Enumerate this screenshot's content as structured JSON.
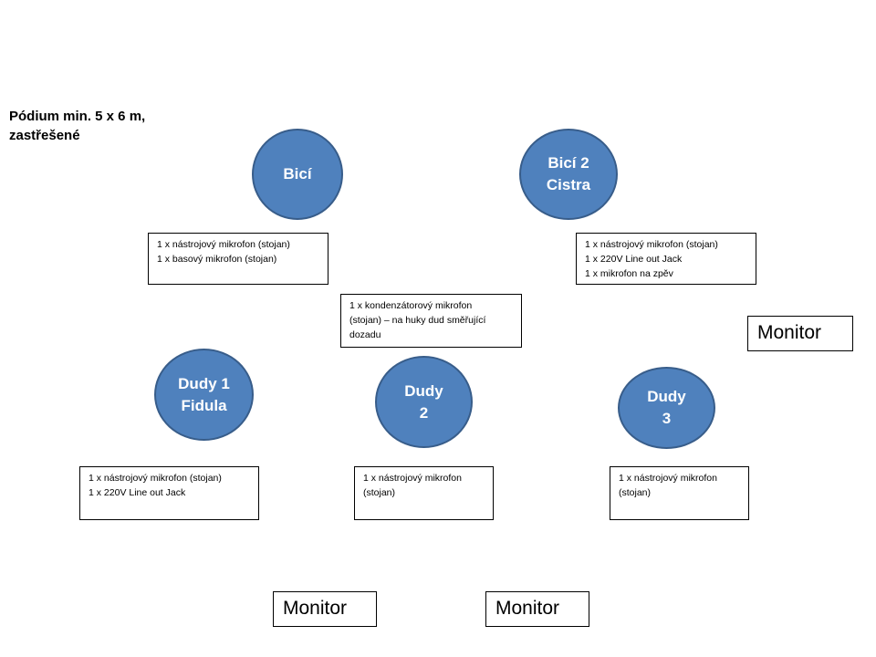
{
  "stage_title": "Pódium min. 5 x 6 m,\nzastřešené",
  "nodes": {
    "bici": "Bicí",
    "bici2": "Bicí 2\nCistra",
    "dudy1": "Dudy 1\nFidula",
    "dudy2": "Dudy\n2",
    "dudy3": "Dudy\n3"
  },
  "notes": {
    "bici": "1 x nástrojový mikrofon (stojan)\n1 x basový mikrofon (stojan)",
    "bici2": "1 x nástrojový mikrofon (stojan)\n1 x 220V Line out  Jack\n1 x mikrofon na zpěv",
    "center": "1 x kondenzátorový mikrofon\n(stojan) – na huky dud směřující\ndozadu",
    "dudy1": "1 x nástrojový mikrofon (stojan)\n1 x 220V Line out  Jack",
    "dudy2": "1 x nástrojový mikrofon\n(stojan)",
    "dudy3": "1 x nástrojový mikrofon\n(stojan)"
  },
  "monitors": {
    "right": "Monitor",
    "bottom_left": "Monitor",
    "bottom_right": "Monitor"
  },
  "colors": {
    "node_fill": "#4f81bd",
    "node_border": "#385d8a"
  }
}
